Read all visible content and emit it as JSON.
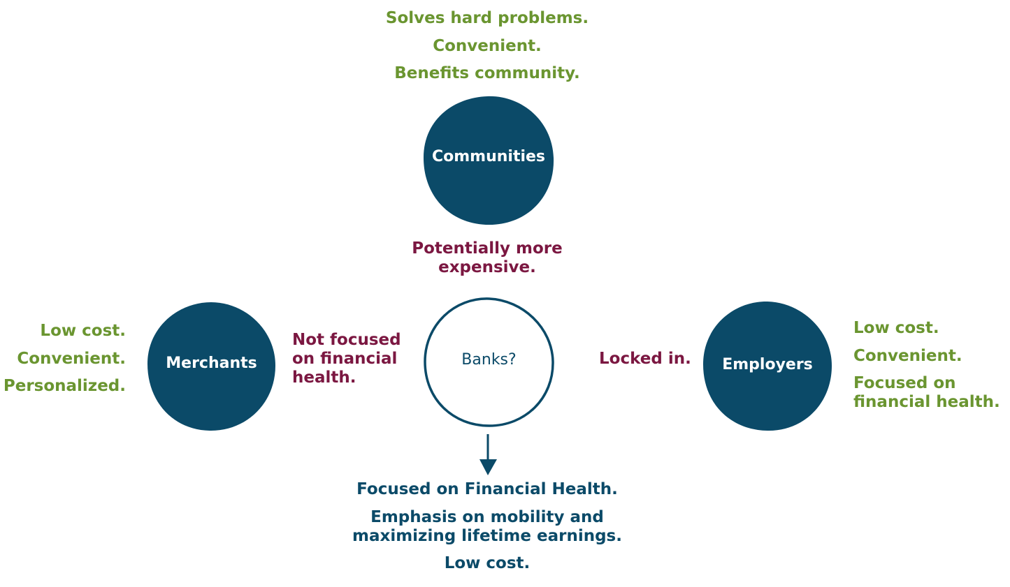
{
  "colors": {
    "node_fill": "#0b4a68",
    "positive_text": "#6a9530",
    "negative_text": "#7b1741",
    "center_text": "#0b4a68"
  },
  "nodes": {
    "communities": "Communities",
    "merchants": "Merchants",
    "employers": "Employers",
    "banks": "Banks?"
  },
  "communities_pros": [
    "Solves hard problems.",
    "Convenient.",
    "Benefits community."
  ],
  "communities_cons": [
    "Potentially more",
    "expensive."
  ],
  "merchants_pros": [
    "Low cost.",
    "Convenient.",
    "Personalized."
  ],
  "merchants_cons": [
    "Not focused",
    "on financial",
    "health."
  ],
  "employers_cons": "Locked in.",
  "employers_pros": {
    "item1": "Low cost.",
    "item2": "Convenient.",
    "item3_lines": [
      "Focused on",
      "financial health."
    ]
  },
  "banks_outcomes": {
    "item1": "Focused on Financial Health.",
    "item2_lines": [
      "Emphasis on mobility and",
      "maximizing lifetime earnings."
    ],
    "item3": "Low cost."
  }
}
